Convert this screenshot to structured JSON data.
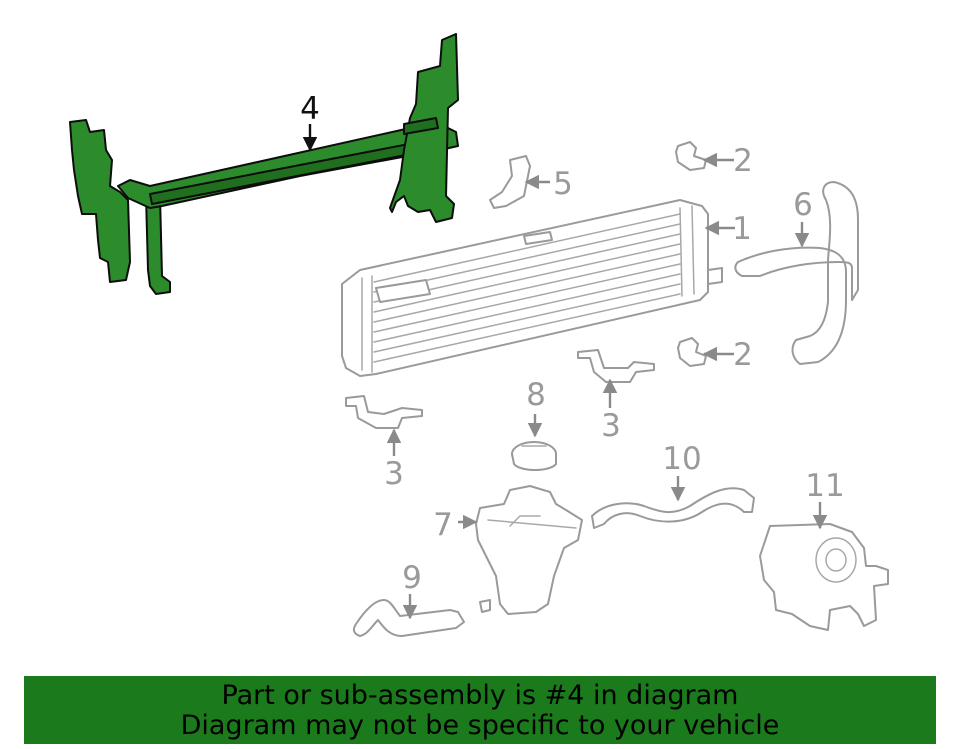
{
  "callouts": {
    "c1": "1",
    "c2a": "2",
    "c2b": "2",
    "c3a": "3",
    "c3b": "3",
    "c4": "4",
    "c5": "5",
    "c6": "6",
    "c7": "7",
    "c8": "8",
    "c9": "9",
    "c10": "10",
    "c11": "11"
  },
  "banner": {
    "line1": "Part or sub-assembly is #4 in diagram",
    "line2": "Diagram may not be specific to your vehicle"
  },
  "colors": {
    "highlight": "#2c8c2c",
    "banner_bg": "#1b7a1b",
    "part_outline": "#9a9a9a"
  }
}
